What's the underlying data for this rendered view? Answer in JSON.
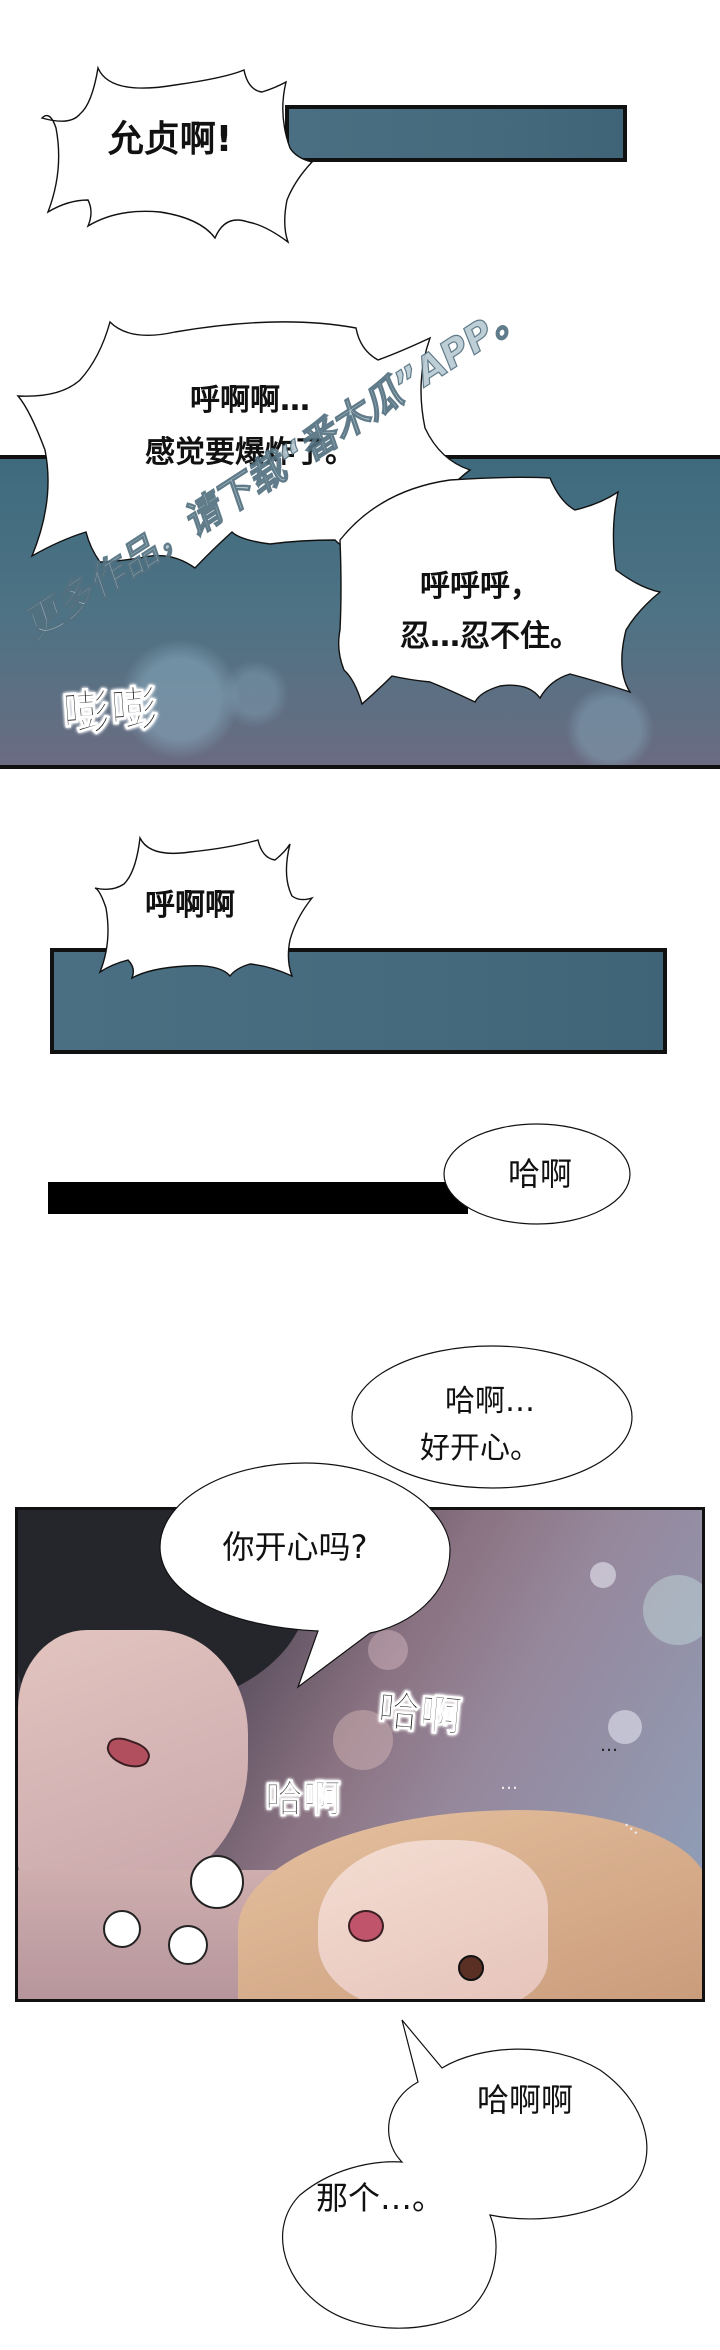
{
  "panels": [
    {
      "id": 1,
      "bubbles": [
        {
          "type": "burst",
          "text": "允贞啊!"
        }
      ]
    },
    {
      "id": 2,
      "bubbles": [
        {
          "type": "burst",
          "lines": [
            "呼啊啊…",
            "感觉要爆炸了。"
          ]
        },
        {
          "type": "burst",
          "lines": [
            "呼呼呼，",
            "忍…忍不住。"
          ]
        }
      ],
      "sfx": "嘭嘭",
      "watermark": "更多作品，请下载“番木瓜”APP。"
    },
    {
      "id": 3,
      "bubbles": [
        {
          "type": "burst",
          "text": "呼啊啊"
        }
      ]
    },
    {
      "id": 4,
      "bubbles": [
        {
          "type": "oval",
          "text": "哈啊"
        }
      ]
    },
    {
      "id": 5,
      "bubbles": [
        {
          "type": "oval",
          "lines": [
            "哈啊…",
            "好开心。"
          ]
        },
        {
          "type": "oval",
          "text": "你开心吗?"
        }
      ],
      "sfx": [
        "哈啊",
        "哈啊"
      ],
      "ellipsis": [
        "…",
        "…",
        "…"
      ]
    },
    {
      "id": 6,
      "bubbles": [
        {
          "type": "oval",
          "text": "哈啊啊"
        },
        {
          "type": "oval",
          "text": "那个…。"
        }
      ]
    }
  ],
  "colors": {
    "strip_blue": "#4a6f82",
    "panel_border": "#111111",
    "watermark_fill": "#b9cad3",
    "scene_blue": "#8ea2bd",
    "scene_mauve": "#8a7382"
  }
}
